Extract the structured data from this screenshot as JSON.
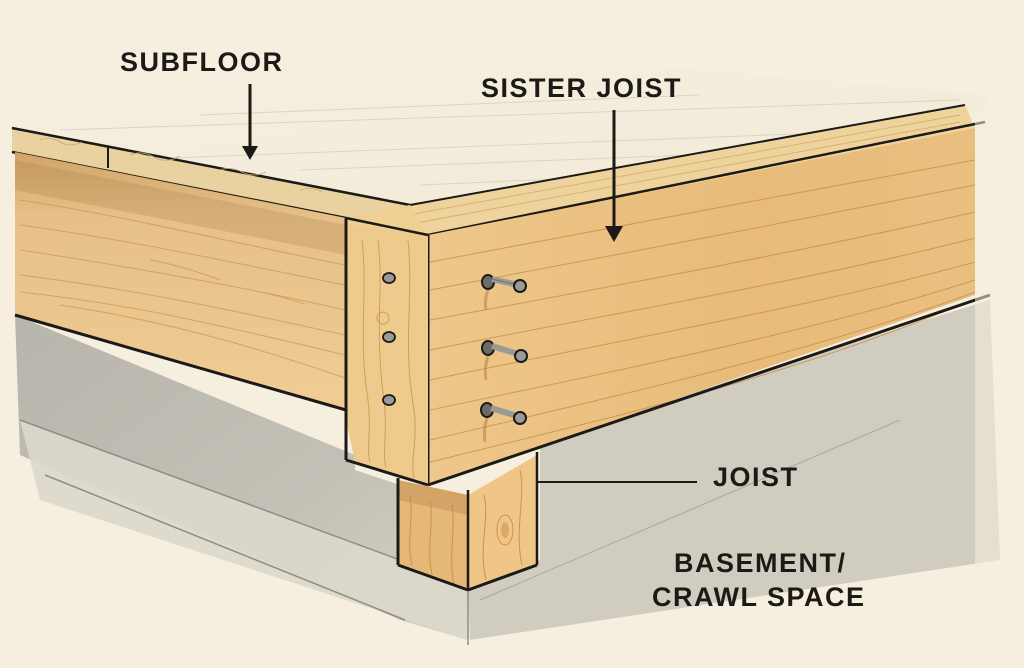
{
  "diagram": {
    "title": "Sister joist installation diagram",
    "labels": {
      "subfloor": "SUBFLOOR",
      "sister_joist": "SISTER JOIST",
      "joist": "JOIST",
      "basement_line1": "BASEMENT/",
      "basement_line2": "CRAWL SPACE"
    },
    "components": [
      {
        "name": "subfloor",
        "description": "Plywood subfloor deck on top"
      },
      {
        "name": "sister-joist",
        "description": "New lumber board fastened alongside existing joist"
      },
      {
        "name": "joist",
        "description": "Original floor joist (end grain visible)"
      },
      {
        "name": "bolts",
        "count": 3,
        "description": "Carriage bolts through sister joist"
      },
      {
        "name": "bolt-heads",
        "count": 3,
        "description": "Bolt ends visible on joist end face"
      },
      {
        "name": "post",
        "description": "Support post beneath joist"
      },
      {
        "name": "basement-floor",
        "description": "Concrete basement / crawl space floor"
      }
    ],
    "colors": {
      "background": "#f6efdf",
      "wood_light": "#ecc98a",
      "wood_mid": "#e2b26a",
      "wood_dark": "#c9944a",
      "grain": "#b98440",
      "outline": "#1c1a17",
      "concrete": "#b9b6ad",
      "concrete_light": "#dcd8cc",
      "bolt": "#9a9a96"
    }
  }
}
